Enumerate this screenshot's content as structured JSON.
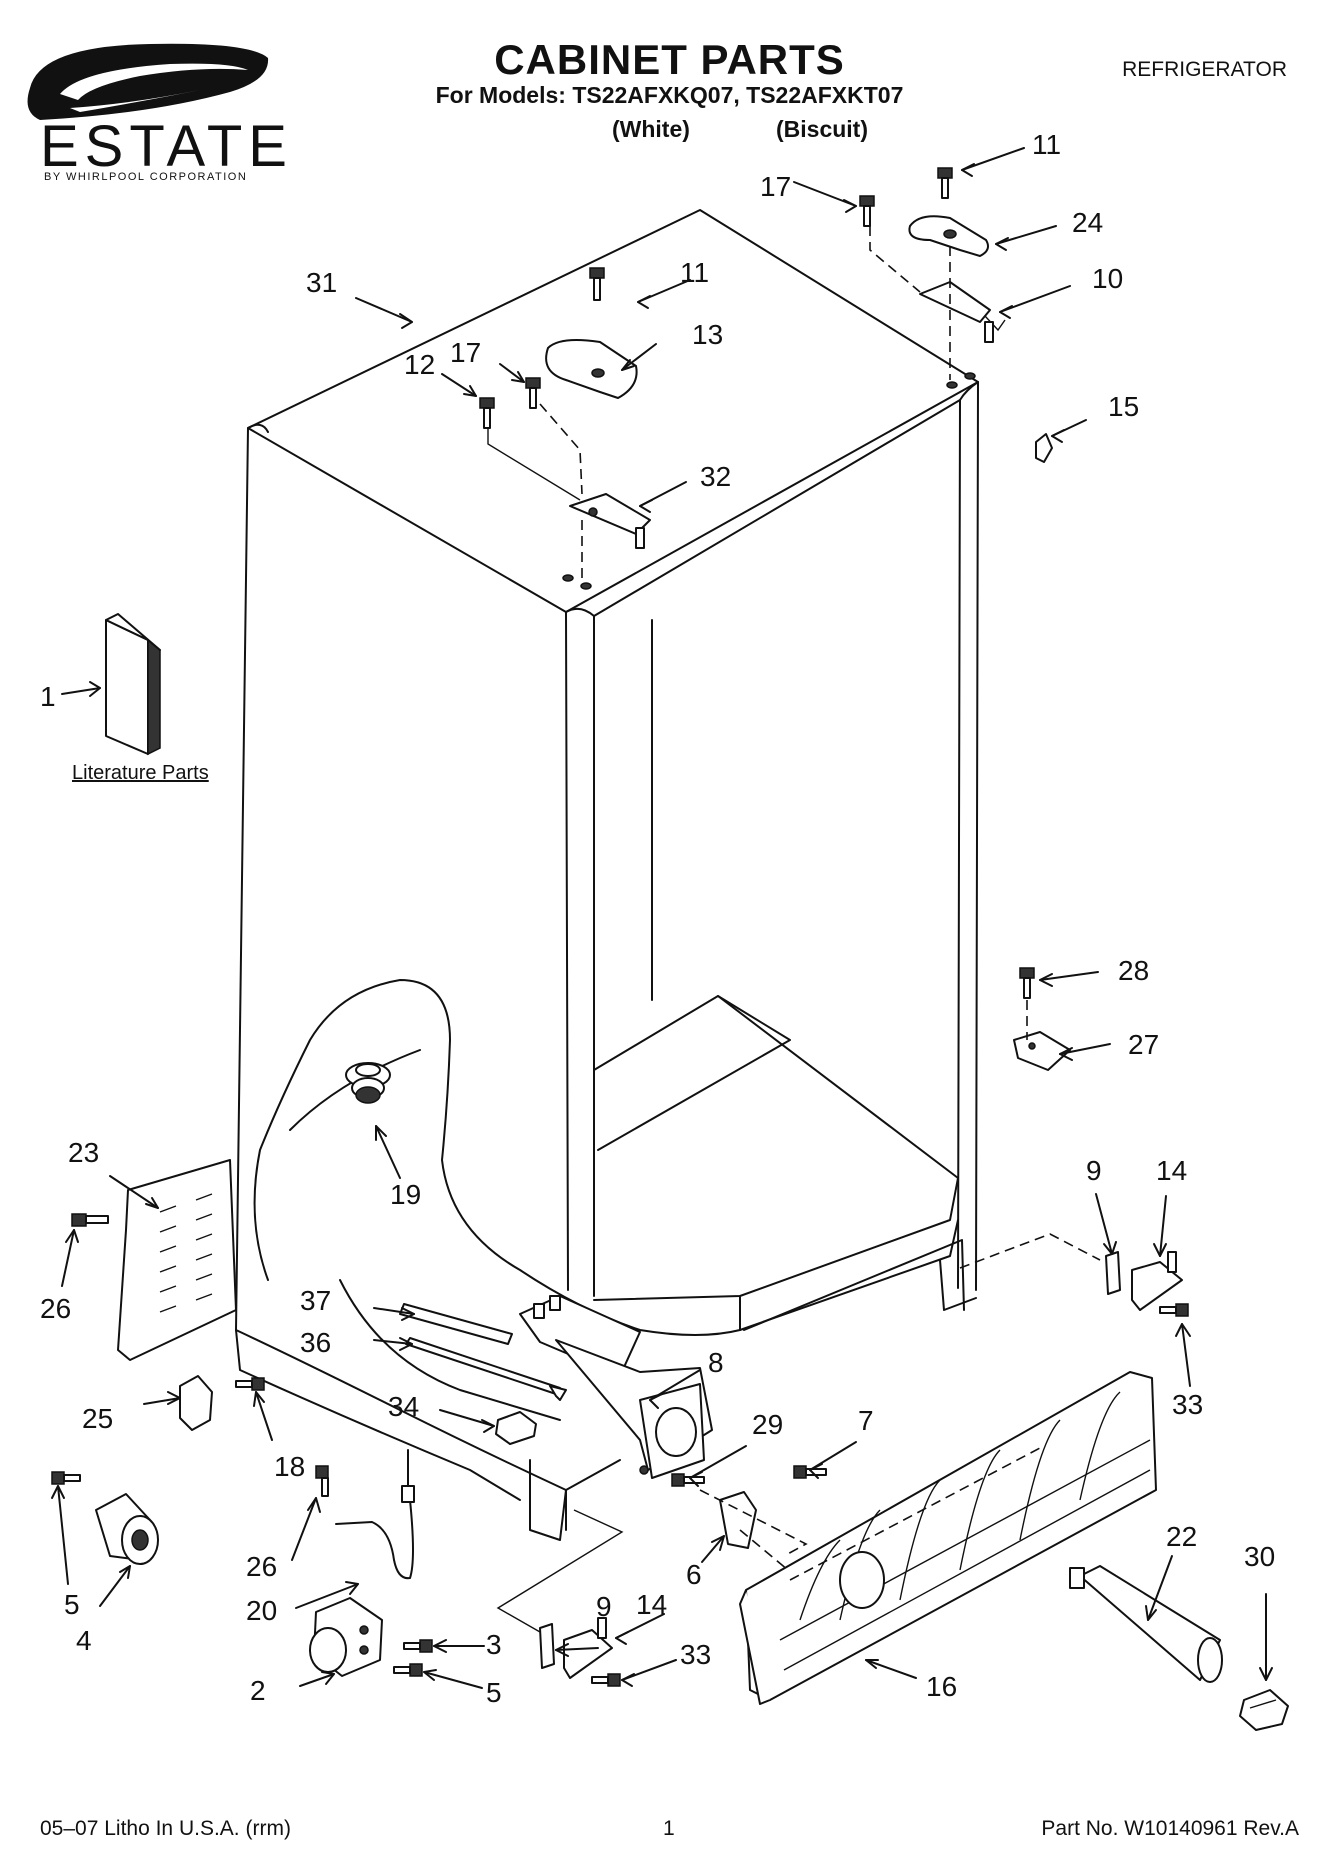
{
  "brand": {
    "name": "ESTATE",
    "tagline": "BY WHIRLPOOL CORPORATION"
  },
  "header": {
    "title": "CABINET PARTS",
    "models_line": "For Models: TS22AFXKQ07, TS22AFXKT07",
    "variant_white": "(White)",
    "variant_biscuit": "(Biscuit)",
    "appliance": "REFRIGERATOR"
  },
  "literature_label": "Literature Parts",
  "callouts": {
    "c1": "1",
    "c2": "2",
    "c3": "3",
    "c4": "4",
    "c5a": "5",
    "c5b": "5",
    "c6": "6",
    "c7": "7",
    "c8": "8",
    "c9a": "9",
    "c9b": "9",
    "c10": "10",
    "c11a": "11",
    "c11b": "11",
    "c12": "12",
    "c13": "13",
    "c14a": "14",
    "c14b": "14",
    "c15": "15",
    "c16": "16",
    "c17a": "17",
    "c17b": "17",
    "c18": "18",
    "c19": "19",
    "c20": "20",
    "c22": "22",
    "c23": "23",
    "c24": "24",
    "c25": "25",
    "c26a": "26",
    "c26b": "26",
    "c27": "27",
    "c28": "28",
    "c29": "29",
    "c30": "30",
    "c31": "31",
    "c32": "32",
    "c33a": "33",
    "c33b": "33",
    "c34": "34",
    "c36": "36",
    "c37": "37"
  },
  "footer": {
    "print_info": "05–07 Litho In U.S.A. (rrm)",
    "page_number": "1",
    "part_number": "Part No. W10140961 Rev.A"
  }
}
